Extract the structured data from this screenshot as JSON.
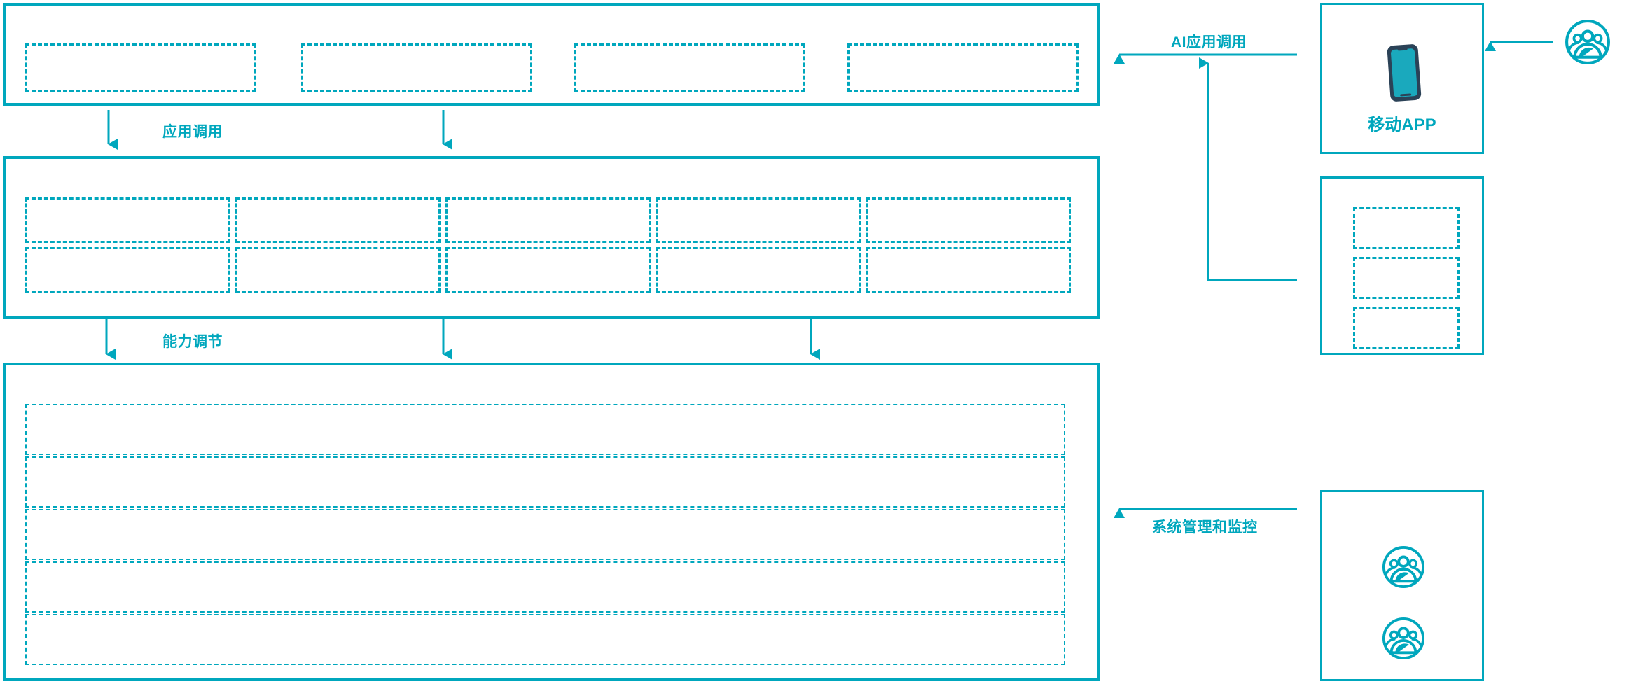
{
  "meta": {
    "title": "AI Platform Layered Architecture Diagram",
    "accent_color": "#00a7bd",
    "phone_body_color": "#2b4257",
    "phone_screen_color": "#1aa9bd",
    "background": "#ffffff"
  },
  "layers": [
    {
      "id": "application-layer",
      "cells": [
        "",
        "",
        "",
        ""
      ]
    },
    {
      "id": "capability-layer",
      "cells_row_1": [
        "",
        "",
        "",
        "",
        ""
      ],
      "cells_row_2": [
        "",
        "",
        "",
        "",
        ""
      ]
    },
    {
      "id": "infrastructure-layer",
      "cells": [
        "",
        "",
        "",
        "",
        ""
      ]
    }
  ],
  "connectors": {
    "application_call": "应用调用",
    "capability_adjust": "能力调节",
    "ai_application_call": "AI应用调用",
    "system_management_monitoring": "系统管理和监控"
  },
  "right_panels": [
    {
      "id": "mobile-app-panel",
      "caption": "移动APP",
      "icon": "mobile-phone-icon"
    },
    {
      "id": "channel-panel",
      "caption": "",
      "cells": [
        "",
        "",
        ""
      ]
    },
    {
      "id": "operations-panel",
      "caption": "",
      "icons": [
        "users-group-icon",
        "users-group-icon"
      ]
    }
  ],
  "actors": [
    {
      "id": "end-user-actor",
      "icon": "users-group-icon",
      "label": ""
    }
  ]
}
